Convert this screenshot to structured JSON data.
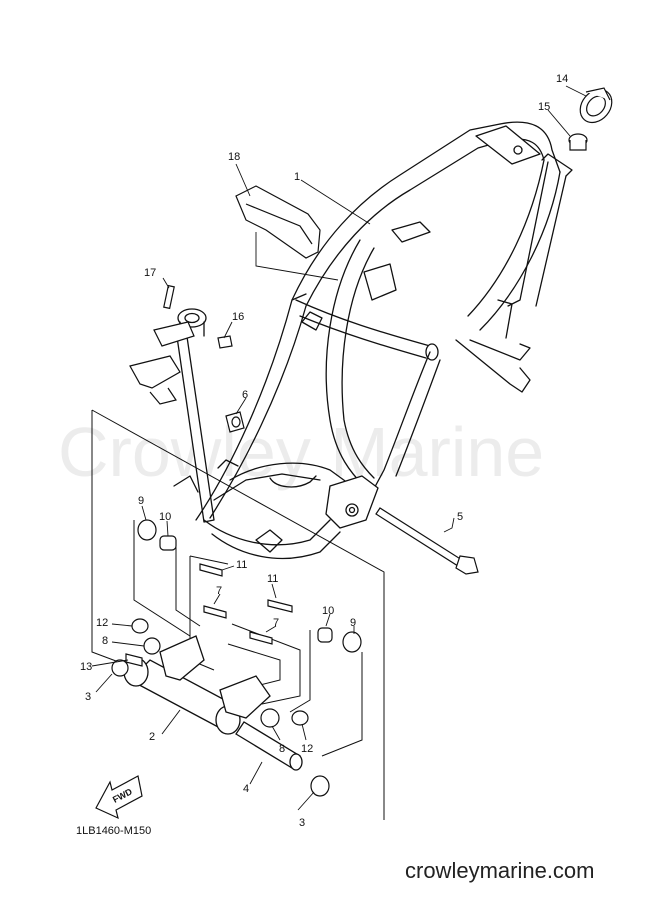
{
  "watermark": "Crowley Marine",
  "footer": "crowleymarine.com",
  "diagram_code": "1LB1460-M150",
  "fwd_label": "FWD",
  "callouts": {
    "c1": "1",
    "c2": "2",
    "c3a": "3",
    "c3b": "3",
    "c4": "4",
    "c5": "5",
    "c6": "6",
    "c7a": "7",
    "c7b": "7",
    "c8a": "8",
    "c8b": "8",
    "c9a": "9",
    "c9b": "9",
    "c10a": "10",
    "c10b": "10",
    "c11a": "11",
    "c11b": "11",
    "c12a": "12",
    "c12b": "12",
    "c13": "13",
    "c14": "14",
    "c15": "15",
    "c16": "16",
    "c17": "17",
    "c18": "18"
  }
}
